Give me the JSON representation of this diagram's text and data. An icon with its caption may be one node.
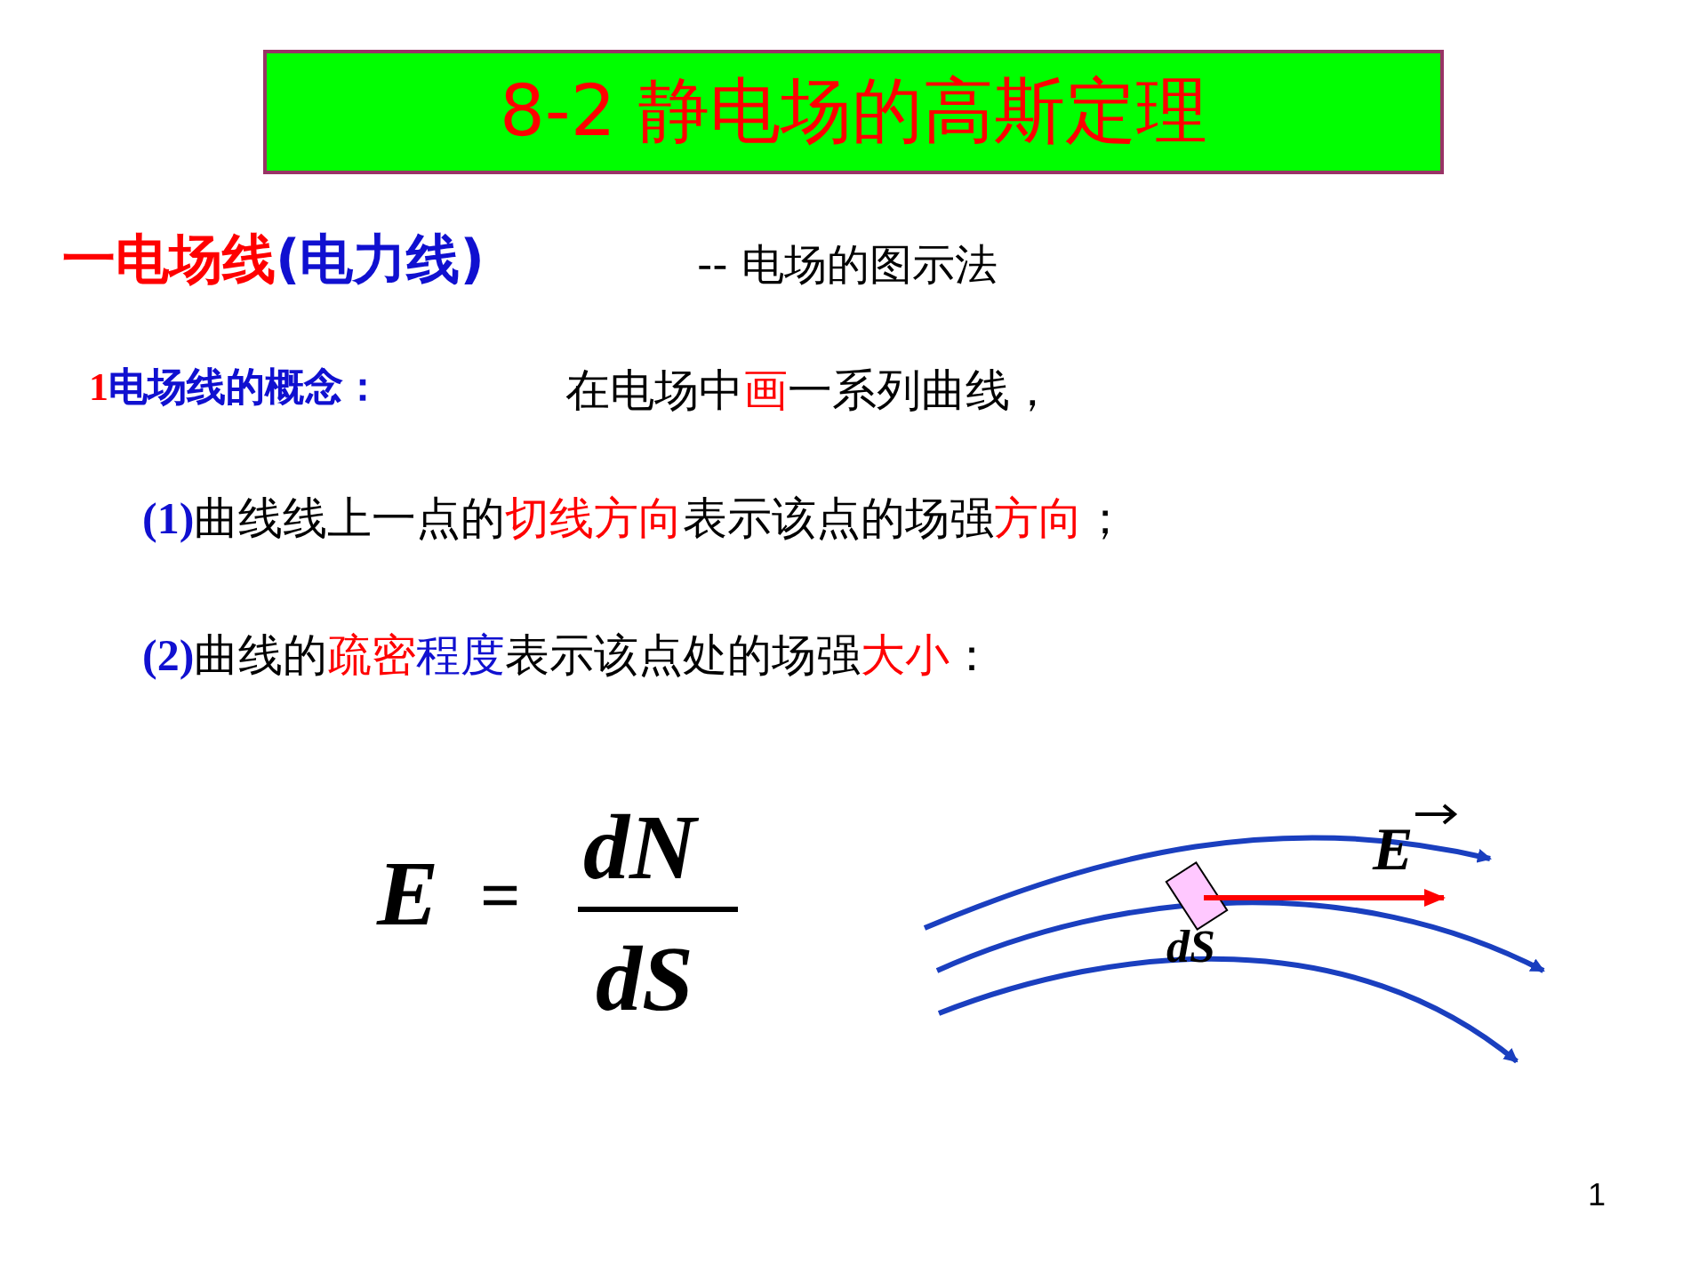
{
  "diagram": {
    "title": "8-2 静电场的高斯定理",
    "labels": [
      "一",
      "电场线",
      "(电力线)",
      "-- 电场的图示法",
      "1",
      "电场线的概念：",
      "在电场中",
      "画",
      "一系列曲线，",
      "(1)",
      "曲线线上一点的",
      "切线方向",
      "表示该点的场强",
      "方向",
      "；",
      "(2)",
      "曲线的",
      "疏密",
      "程度",
      "表示该点处的场强",
      "大小",
      "：",
      "E",
      "=",
      "dN",
      "dS",
      "E",
      "dS",
      "1"
    ]
  }
}
